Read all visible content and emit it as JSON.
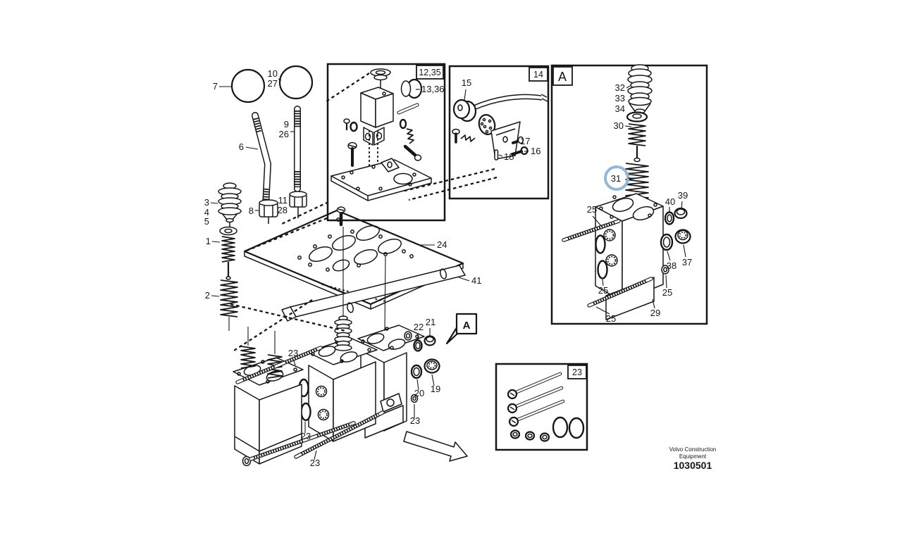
{
  "footer": {
    "line1": "Volvo Construction",
    "line2": "Equipment",
    "number": "1030501"
  },
  "highlight": {
    "part": "31",
    "color": "#93b7d8"
  },
  "callouts": {
    "c1": "1",
    "c2": "2",
    "c3": "3",
    "c4": "4",
    "c5": "5",
    "c6": "6",
    "c7": "7",
    "c8": "8",
    "c9": "9",
    "c10": "10",
    "c11": "11",
    "c26": "26",
    "c27": "27",
    "c28": "28",
    "c24": "24",
    "c41": "41",
    "c12_35": "12,35",
    "c13_36": "13,36",
    "c14": "14",
    "c15": "15",
    "c16": "16",
    "c17": "17",
    "c18": "18",
    "c19": "19",
    "c20": "20",
    "c21": "21",
    "c22": "22",
    "c23_rod": "23",
    "c23_oring": "23",
    "c23_rod2": "23",
    "c23_nut": "23",
    "c23_kit": "23",
    "c25_top": "25",
    "c25_left": "25",
    "c25_bottom": "25",
    "c25_right": "25",
    "c29": "29",
    "c30": "30",
    "c31": "31",
    "c32": "32",
    "c33": "33",
    "c34": "34",
    "c37": "37",
    "c38": "38",
    "c39": "39",
    "c40": "40",
    "cA_section": "A",
    "cA_flag": "A"
  }
}
